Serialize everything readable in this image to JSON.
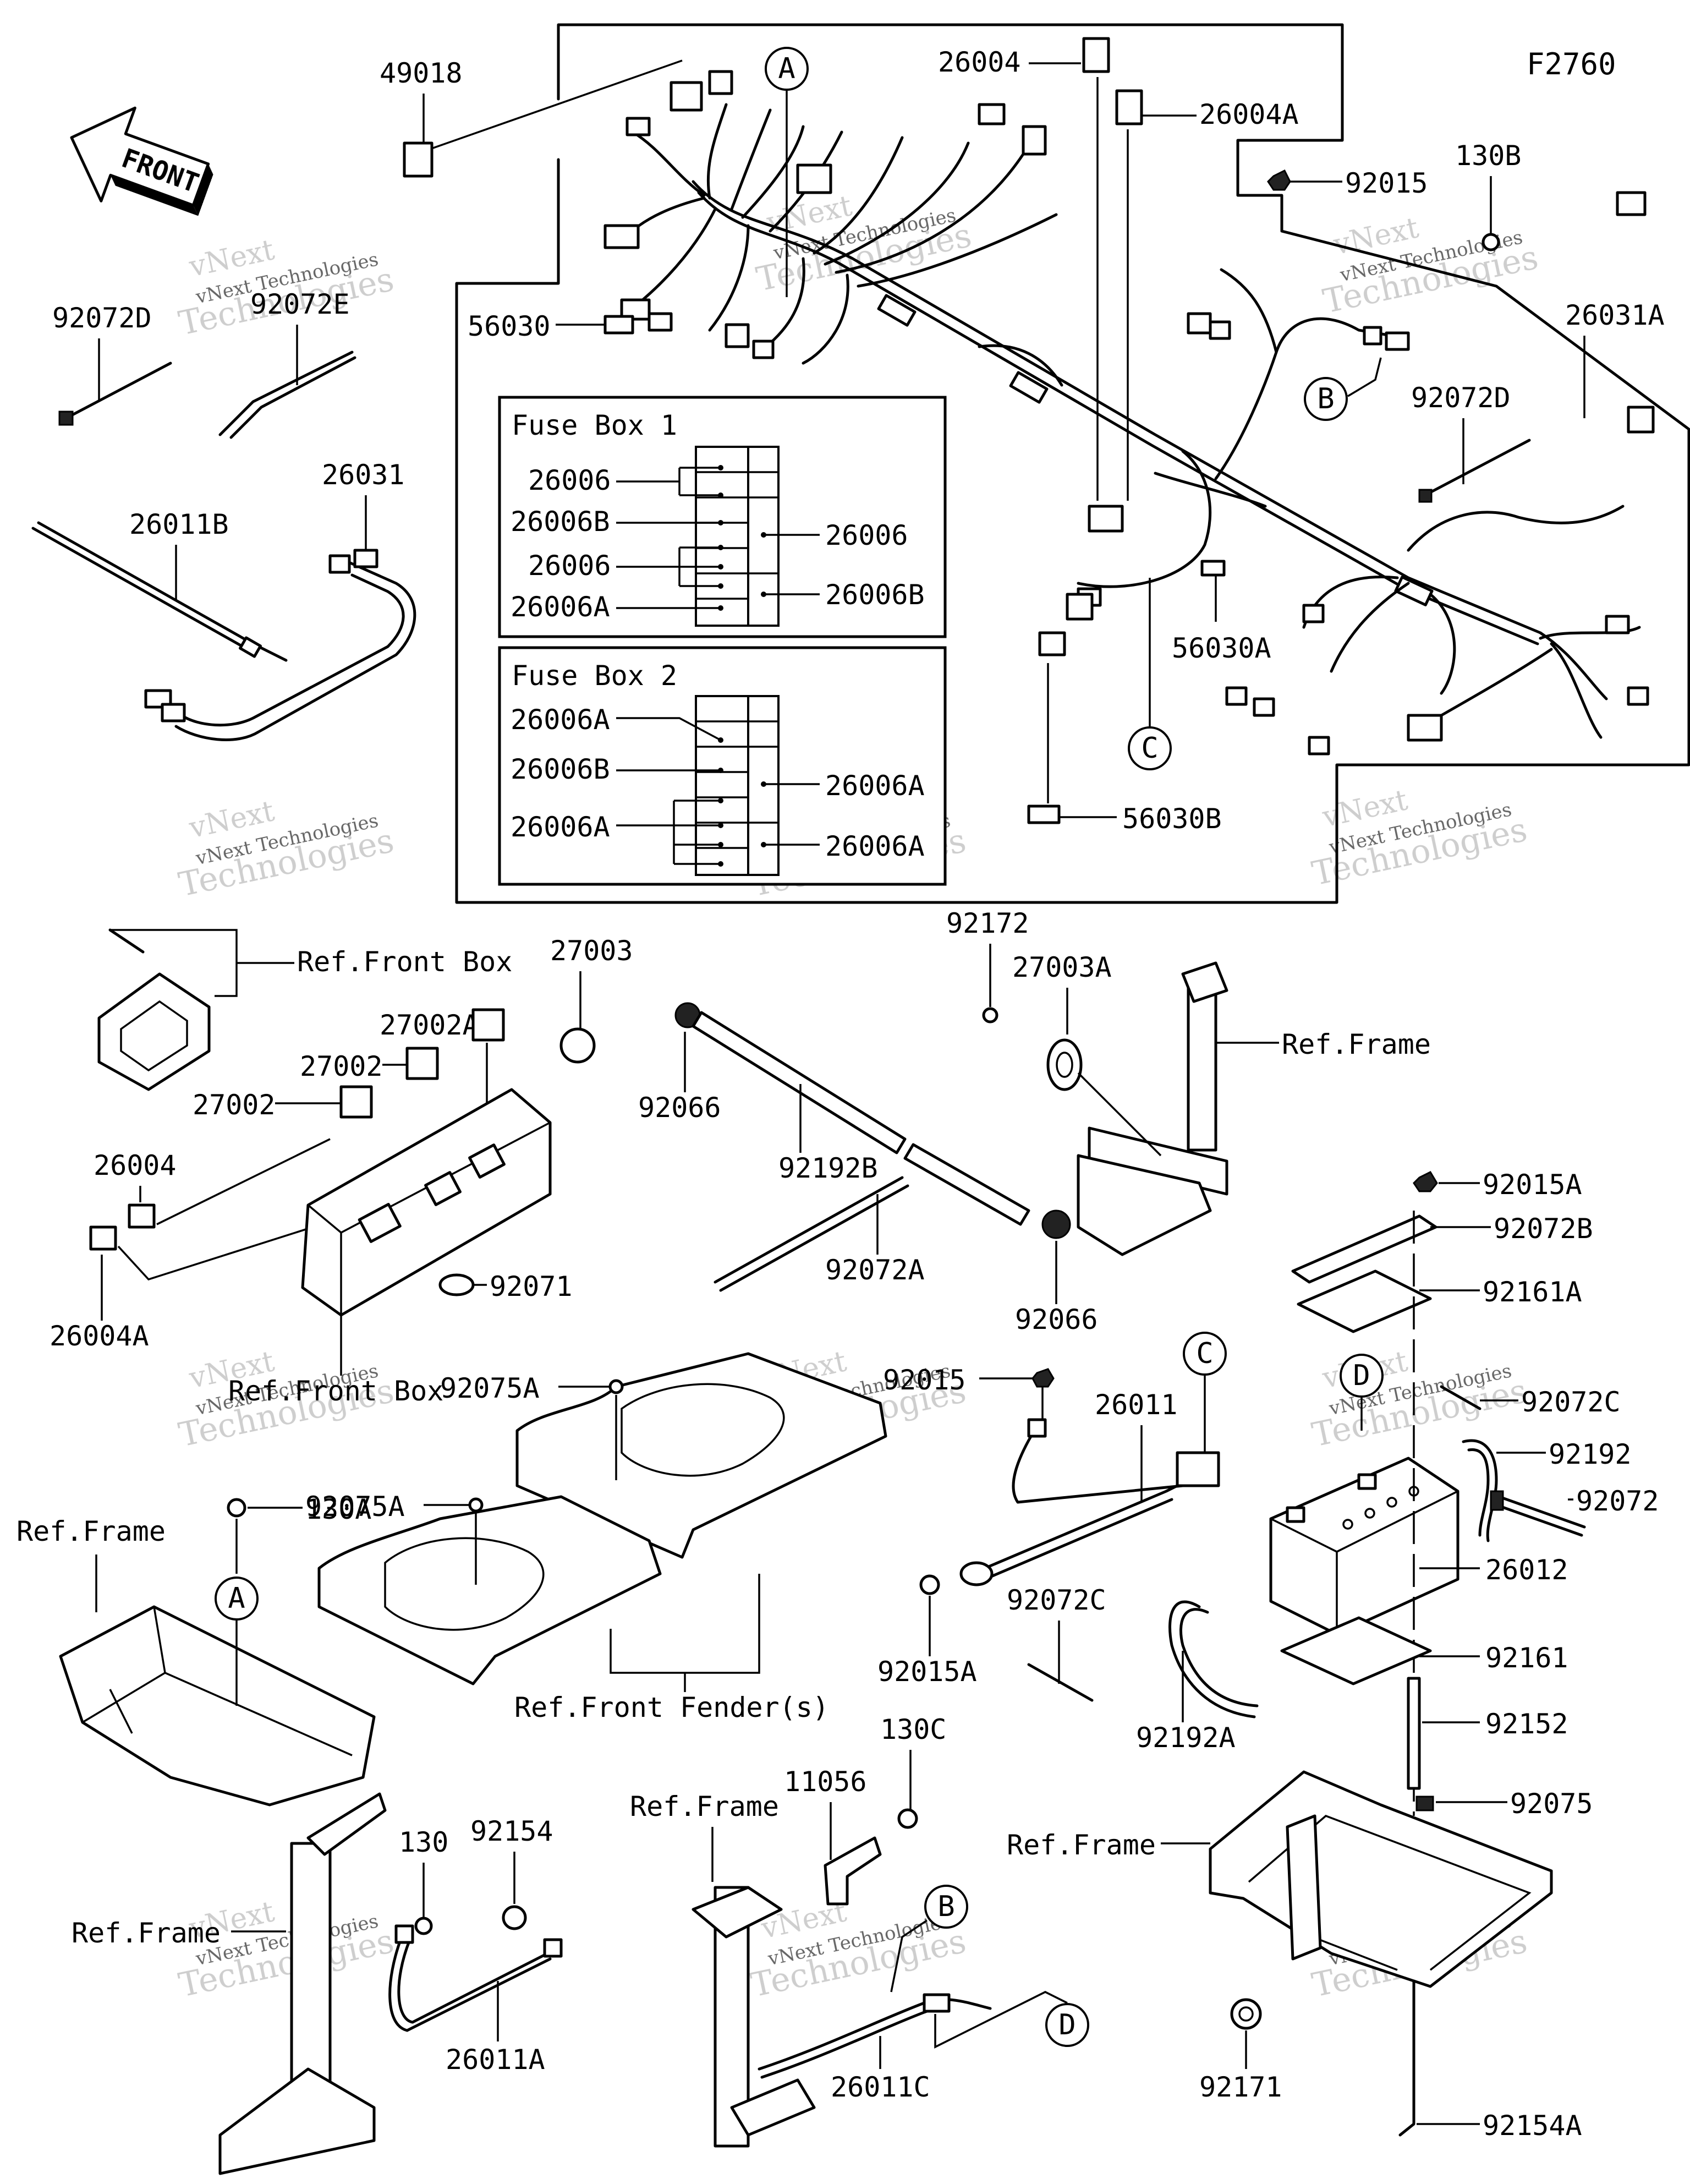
{
  "figure_code": "F2760",
  "front_arrow": "FRONT",
  "watermark": {
    "line1": "vNext",
    "line2": "vNext Technologies",
    "line3": "Technologies"
  },
  "fuse_box_1": {
    "title": "Fuse Box 1",
    "labels": [
      "26006",
      "26006B",
      "26006",
      "26006A"
    ],
    "right_labels": [
      "26006",
      "26006B"
    ]
  },
  "fuse_box_2": {
    "title": "Fuse Box 2",
    "labels": [
      "26006A",
      "26006B",
      "26006A"
    ],
    "right_labels": [
      "26006A",
      "26006A"
    ]
  },
  "parts": {
    "p49018": "49018",
    "p26004_top": "26004",
    "p26004A_top": "26004A",
    "p92015_top": "92015",
    "p130B": "130B",
    "p26031A": "26031A",
    "p92072D_r": "92072D",
    "p92072D_l": "92072D",
    "p92072E": "92072E",
    "p26031": "26031",
    "p26011B": "26011B",
    "p56030": "56030",
    "p56030A": "56030A",
    "p56030B": "56030B",
    "p27003": "27003",
    "p27002A": "27002A",
    "p27002_a": "27002",
    "p27002_b": "27002",
    "p26004_l": "26004",
    "p26004A_l": "26004A",
    "p92071": "92071",
    "p92066_a": "92066",
    "p92066_b": "92066",
    "p92192B": "92192B",
    "p92072A": "92072A",
    "p92172": "92172",
    "p27003A": "27003A",
    "p92015A_r": "92015A",
    "p92072B": "92072B",
    "p92161A": "92161A",
    "p92072C_r": "92072C",
    "p92192": "92192",
    "p92072": "92072",
    "p26012": "26012",
    "p92161": "92161",
    "p92152": "92152",
    "p92075": "92075",
    "p92154A": "92154A",
    "p92171": "92171",
    "p92075A_a": "92075A",
    "p92075A_b": "92075A",
    "p130A": "130A",
    "p92015_m": "92015",
    "p26011": "26011",
    "p92015A_m": "92015A",
    "p92072C_m": "92072C",
    "p92192A": "92192A",
    "p11056": "11056",
    "p130C": "130C",
    "p130": "130",
    "p92154": "92154",
    "p26011A": "26011A",
    "p26011C": "26011C"
  },
  "refs": {
    "front_box_top": "Ref.Front Box",
    "front_box_bottom": "Ref.Front Box",
    "frame_left": "Ref.Frame",
    "frame_horn": "Ref.Frame",
    "front_fenders": "Ref.Front Fender(s)",
    "frame_bottom_left": "Ref.Frame",
    "frame_bottom_mid": "Ref.Frame",
    "frame_bottom_right": "Ref.Frame"
  },
  "callouts": {
    "A": "A",
    "B": "B",
    "C": "C",
    "D": "D"
  }
}
